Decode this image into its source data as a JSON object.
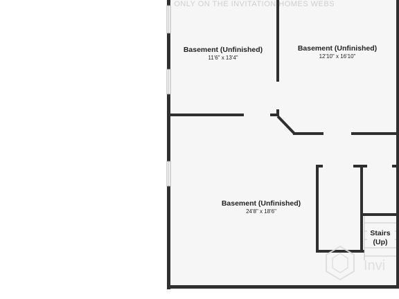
{
  "banner_text": "Y ONLY ON THE INVITATION HOMES WEBS",
  "rooms": [
    {
      "name": "Basement (Unfinished)",
      "dims": "11'6\" x 13'4\""
    },
    {
      "name": "Basement (Unfinished)",
      "dims": "12'10\" x 16'10\""
    },
    {
      "name": "Basement (Unfinished)",
      "dims": "24'8\" x 18'6\""
    },
    {
      "name": "Stairs",
      "name2": "(Up)"
    }
  ],
  "watermark": {
    "text": "Invi",
    "icon": "invitation-homes-logo-icon"
  },
  "colors": {
    "wall": "#2f2f2f",
    "floor": "#f6f6f6",
    "text": "#222222"
  }
}
